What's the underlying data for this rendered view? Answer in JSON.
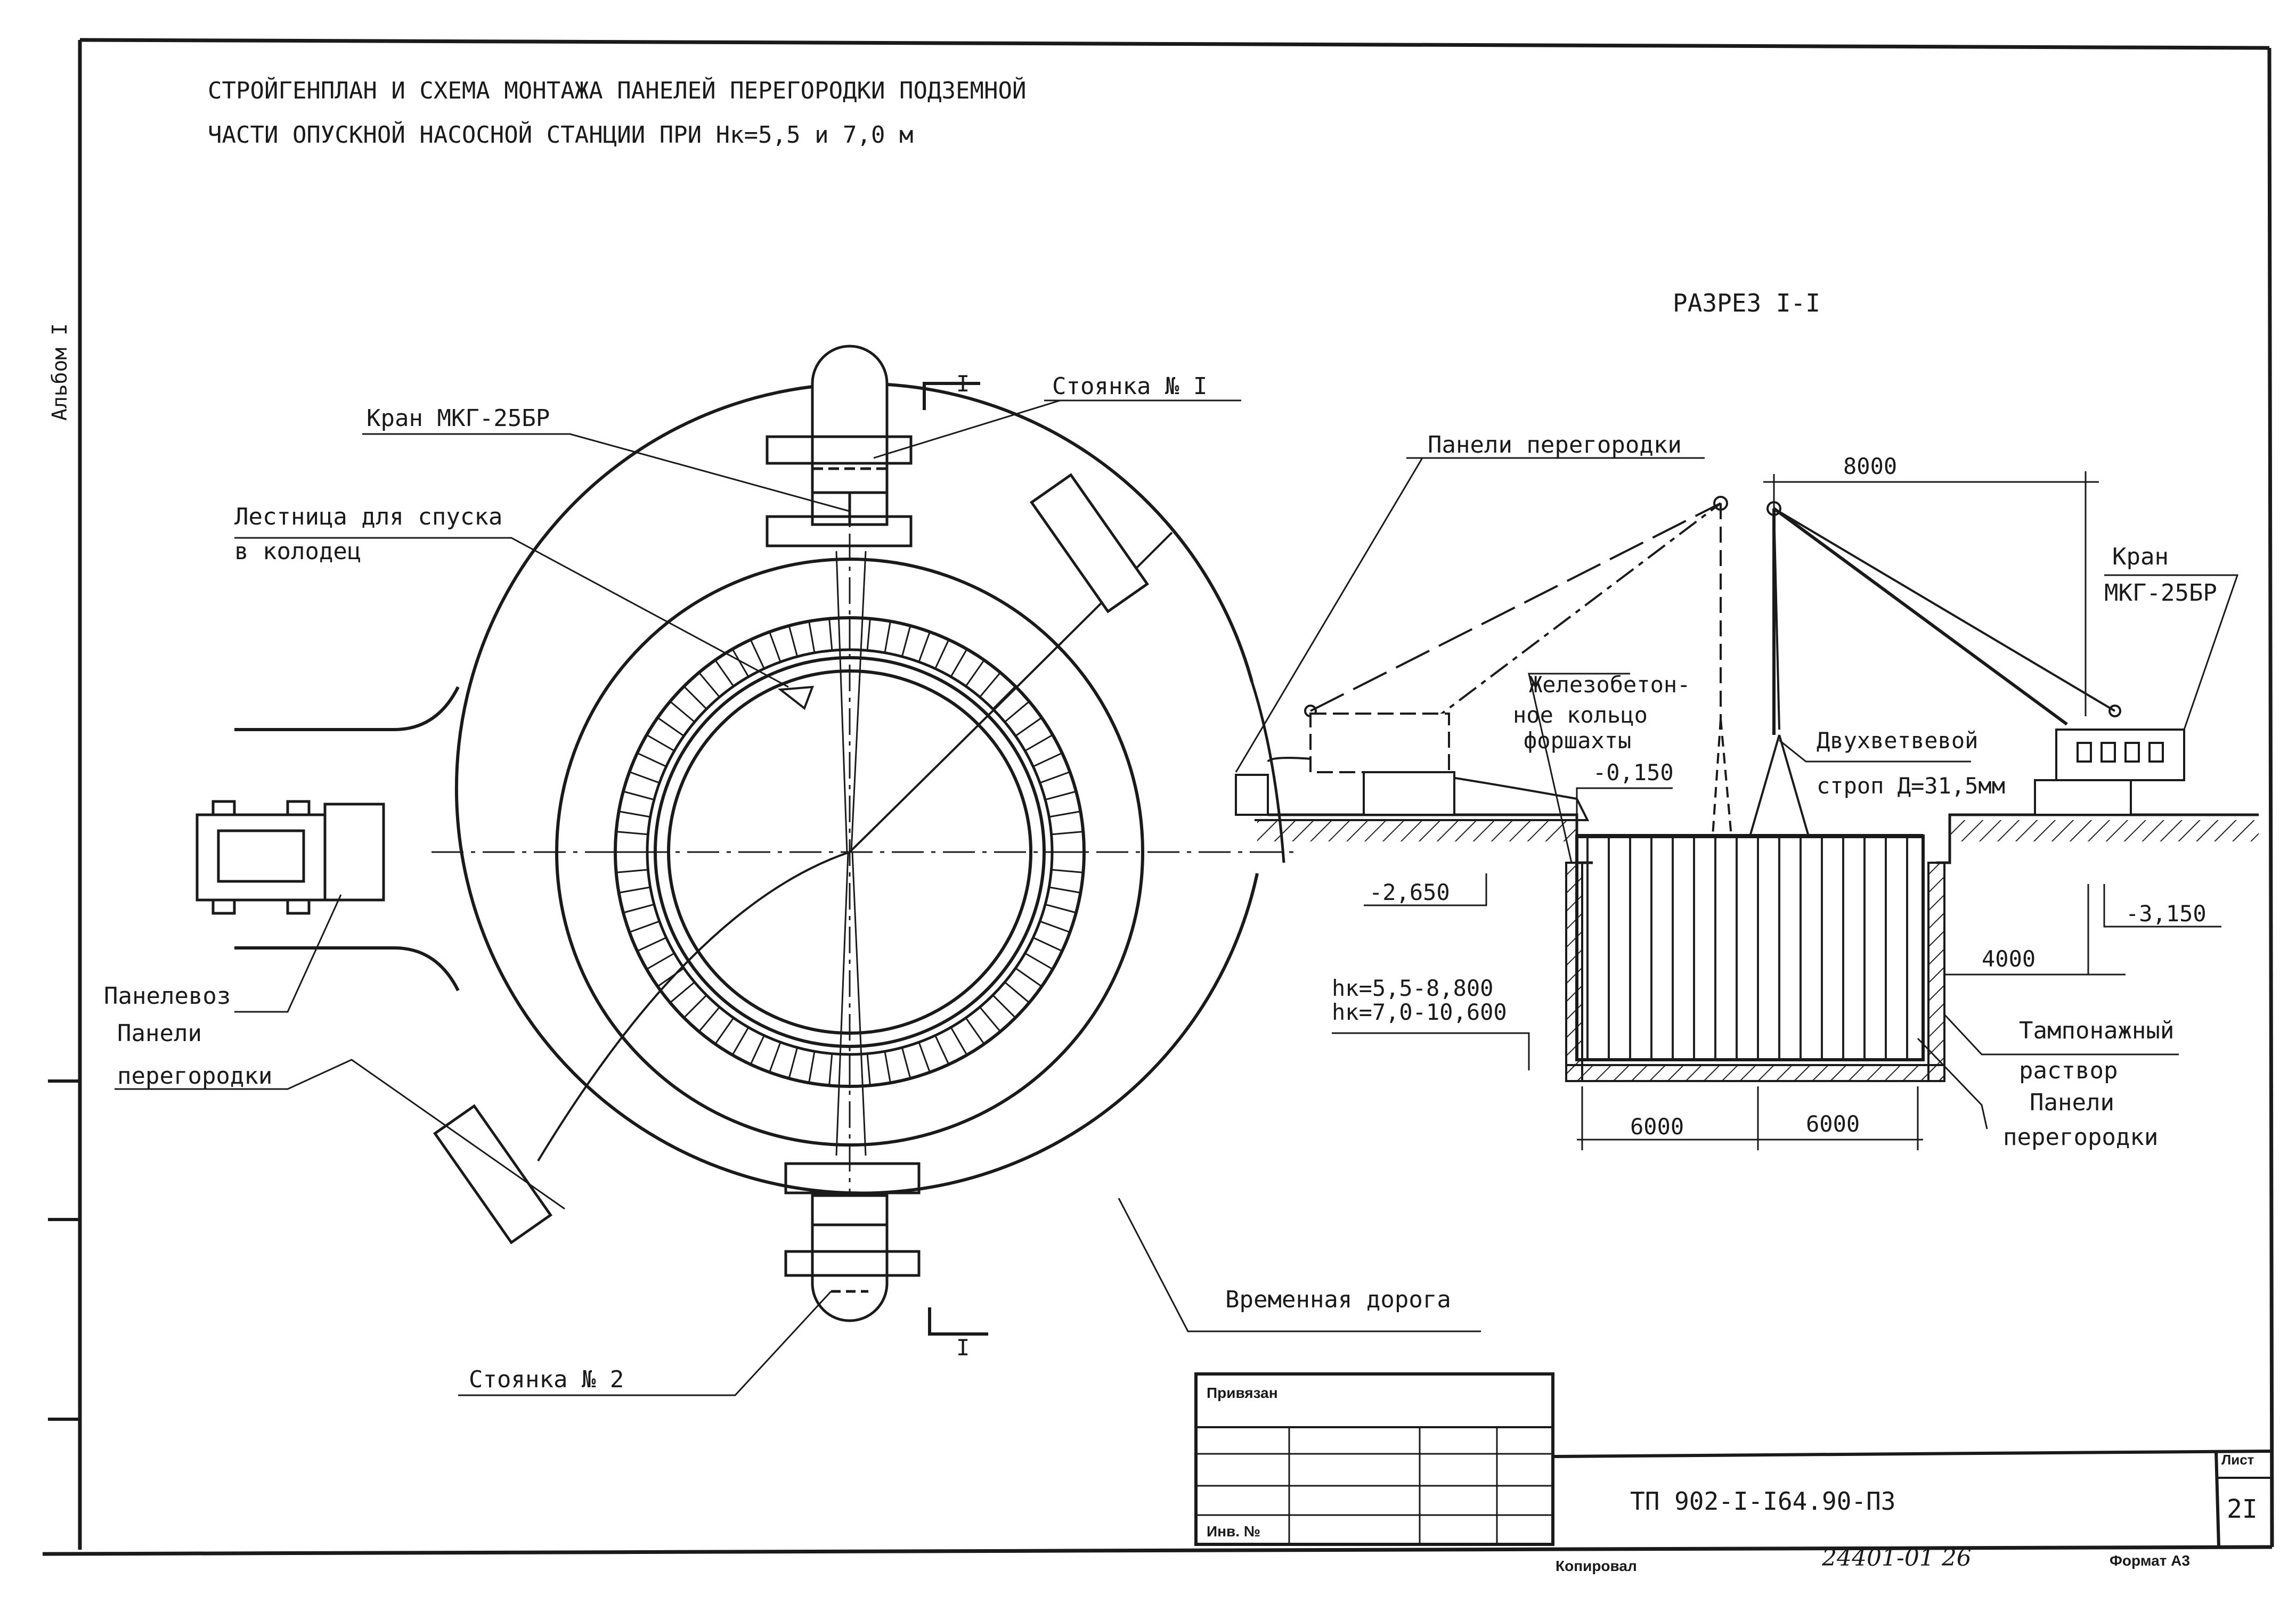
{
  "title": {
    "line1": "СТРОЙГЕНПЛАН И СХЕМА МОНТАЖА ПАНЕЛЕЙ ПЕРЕГОРОДКИ ПОДЗЕМНОЙ",
    "line2": "ЧАСТИ ОПУСКНОЙ НАСОСНОЙ СТАНЦИИ ПРИ Hк=5,5 и 7,0 м"
  },
  "side_label": "Альбом I",
  "plan": {
    "crane": "Кран МКГ-25БР",
    "stand1": "Стоянка № I",
    "stand2": "Стоянка № 2",
    "ladder_l1": "Лестница для спуска",
    "ladder_l2": "в колодец",
    "truck": "Панелевоз",
    "panels_l1": "Панели",
    "panels_l2": "перегородки",
    "road": "Временная дорога",
    "section_mark": "I"
  },
  "section": {
    "title": "РАЗРЕЗ I-I",
    "panels": "Панели перегородки",
    "dim_8000": "8000",
    "crane_l1": "Кран",
    "crane_l2": "МКГ-25БР",
    "ring_l1": "Железобетон-",
    "ring_l2": "ное кольцо",
    "ring_l3": "форшахты",
    "sling_l1": "Двухветвевой",
    "sling_l2": "строп Д=31,5мм",
    "lvl_0150": "-0,150",
    "lvl_2650": "-2,650",
    "lvl_3150": "-3,150",
    "dim_4000": "4000",
    "hk_1": "hк=5,5-8,800",
    "hk_2": "hк=7,0-10,600",
    "tamp_l1": "Тампонажный",
    "tamp_l2": "раствор",
    "panels2_l1": "Панели",
    "panels2_l2": "перегородки",
    "dim_6000a": "6000",
    "dim_6000b": "6000"
  },
  "stamp": {
    "privyazan": "Привязан",
    "inv": "Инв. №",
    "doc": "ТП 902-I-I64.90-ПЗ",
    "list_label": "Лист",
    "list_no": "2I",
    "copied": "Копировал",
    "number": "24401-01 26",
    "format": "Формат А3"
  }
}
